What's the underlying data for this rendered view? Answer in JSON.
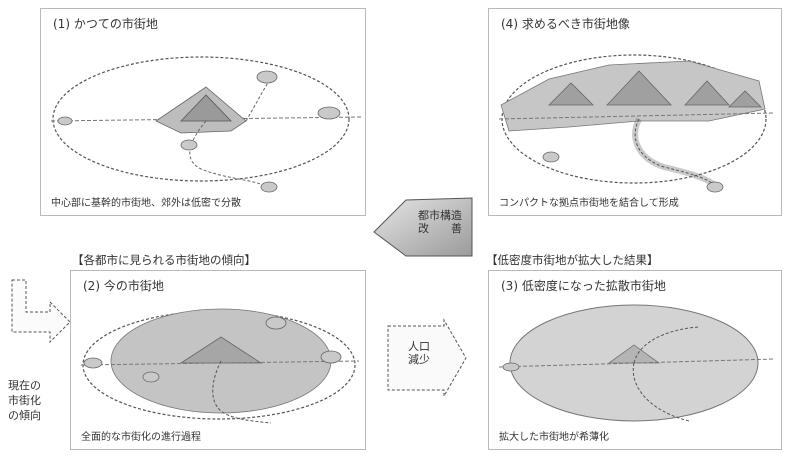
{
  "panels": {
    "p1": {
      "title": "(1) かつての市街地",
      "caption": "中心部に基幹的市街地、郊外は低密で分散"
    },
    "p2": {
      "title": "(2) 今の市街地",
      "caption": "全面的な市街化の進行過程"
    },
    "p3": {
      "title": "(3) 低密度になった拡散市街地",
      "caption": "拡大した市街地が希薄化"
    },
    "p4": {
      "title": "(4) 求めるべき市街地像",
      "caption": "コンパクトな拠点市街地を結合して形成"
    }
  },
  "headings": {
    "left": "【各都市に見られる市街地の傾向】",
    "right": "【低密度市街地が拡大した結果】"
  },
  "arrows": {
    "reform": {
      "line1": "都市構造",
      "line2": "改　　善"
    },
    "population": {
      "line1": "人口",
      "line2": "減少"
    }
  },
  "side_label": {
    "line1": "現在の",
    "line2": "市街化",
    "line3": "の傾向"
  }
}
